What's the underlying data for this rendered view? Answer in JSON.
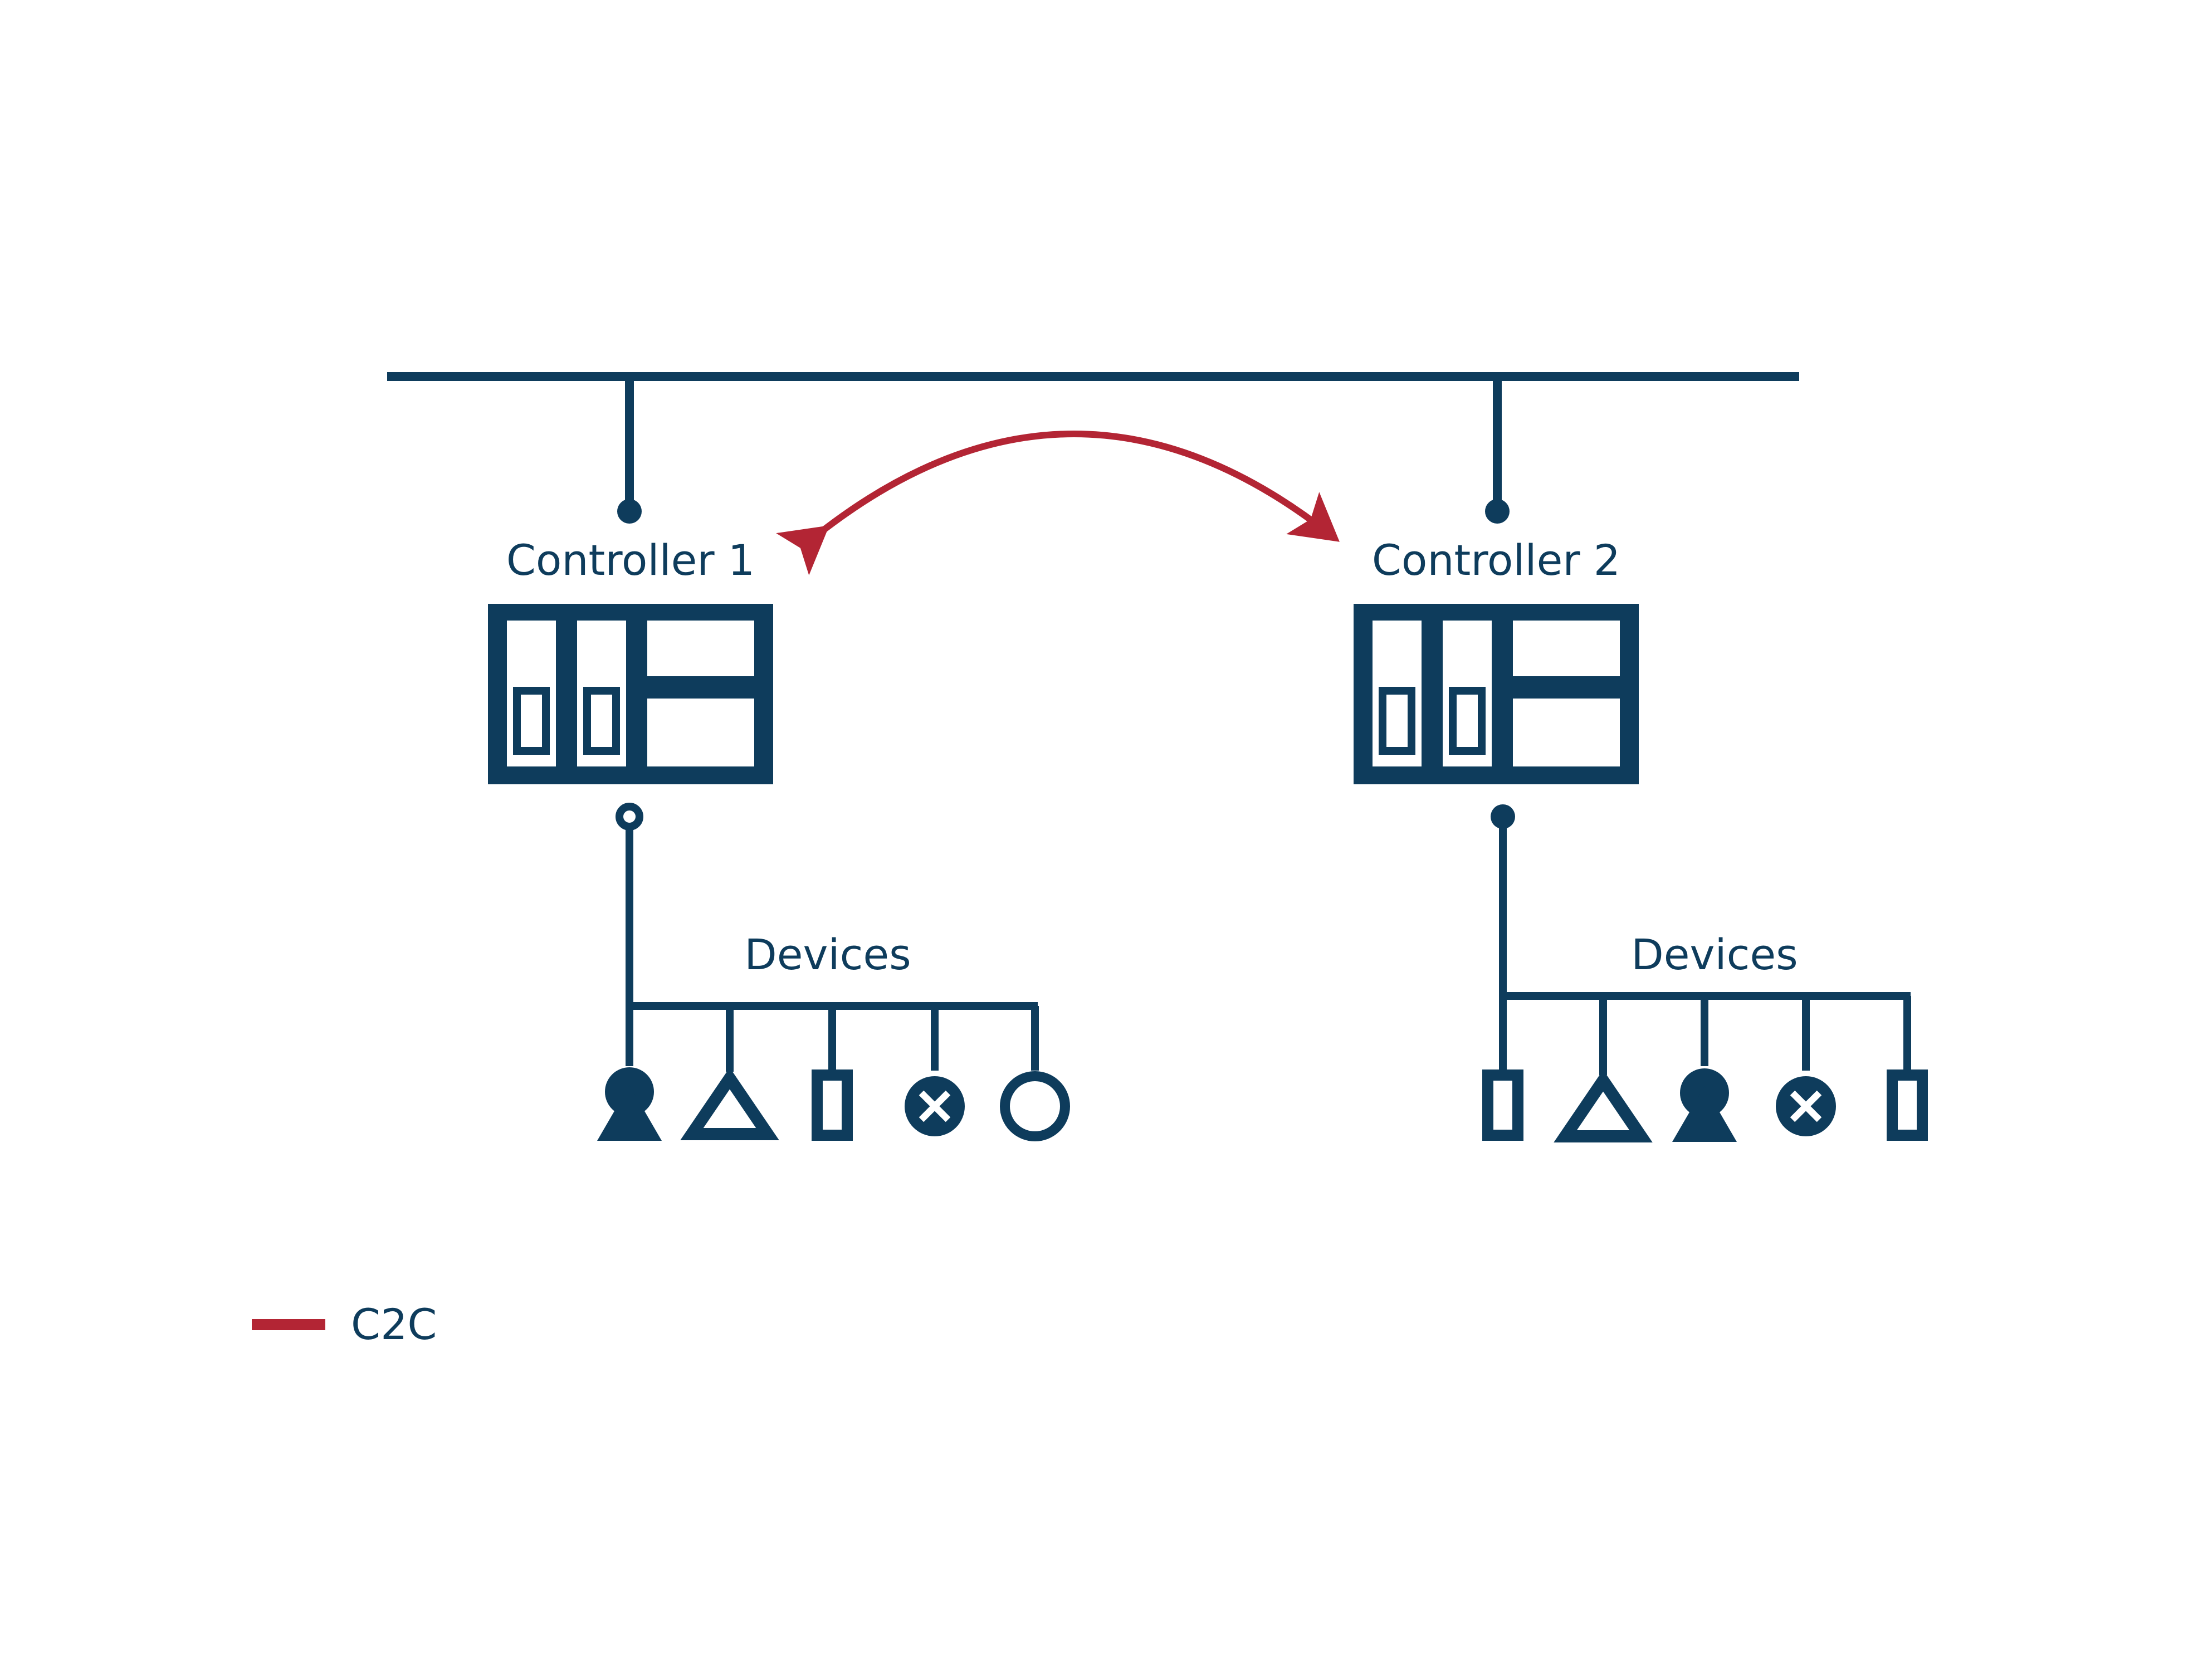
{
  "colors": {
    "primary": "#0e3c5c",
    "accent": "#b32534",
    "background": "#ffffff"
  },
  "controllers": [
    {
      "label": "Controller 1",
      "devices_label": "Devices",
      "devices": [
        "pump-icon",
        "triangle-icon",
        "rectangle-icon",
        "x-circle-icon",
        "circle-icon"
      ]
    },
    {
      "label": "Controller 2",
      "devices_label": "Devices",
      "devices": [
        "rectangle-icon",
        "triangle-icon",
        "pump-icon",
        "x-circle-icon",
        "rectangle-icon"
      ]
    }
  ],
  "legend": {
    "label": "C2C"
  }
}
